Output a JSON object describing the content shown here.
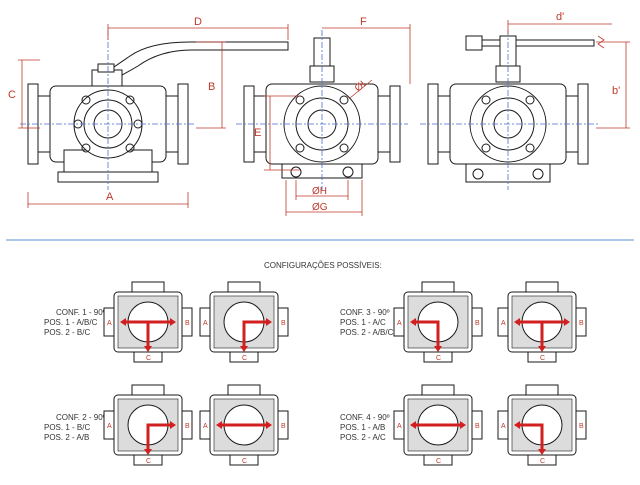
{
  "colors": {
    "outline": "#1a1a1a",
    "dimension": "#c0392b",
    "centerline": "#4a6fd1",
    "arrow": "#d21f1f",
    "divider": "#5b8fd6",
    "body_fill": "#dcdcdc"
  },
  "dimensions": {
    "d": "D",
    "f": "F",
    "d_prime": "d'",
    "c": "C",
    "b": "B",
    "b_prime": "b'",
    "e": "E",
    "a": "A",
    "i": "ØI",
    "h": "ØH",
    "g": "ØG"
  },
  "section_title": "CONFIGURAÇÕES POSSÍVEIS:",
  "ports": {
    "a": "A",
    "b": "B",
    "c": "C"
  },
  "configs": [
    {
      "name": "CONF. 1 - 90º",
      "pos1": "POS. 1 - A/B/C",
      "pos2": "POS. 2 - B/C"
    },
    {
      "name": "CONF. 3 - 90º",
      "pos1": "POS. 1 - A/C",
      "pos2": "POS. 2 - A/B/C"
    },
    {
      "name": "CONF. 2 - 90º",
      "pos1": "POS. 1 - B/C",
      "pos2": "POS. 2 - A/B"
    },
    {
      "name": "CONF. 4 - 90º",
      "pos1": "POS. 1 - A/B",
      "pos2": "POS. 2 - A/C"
    }
  ]
}
